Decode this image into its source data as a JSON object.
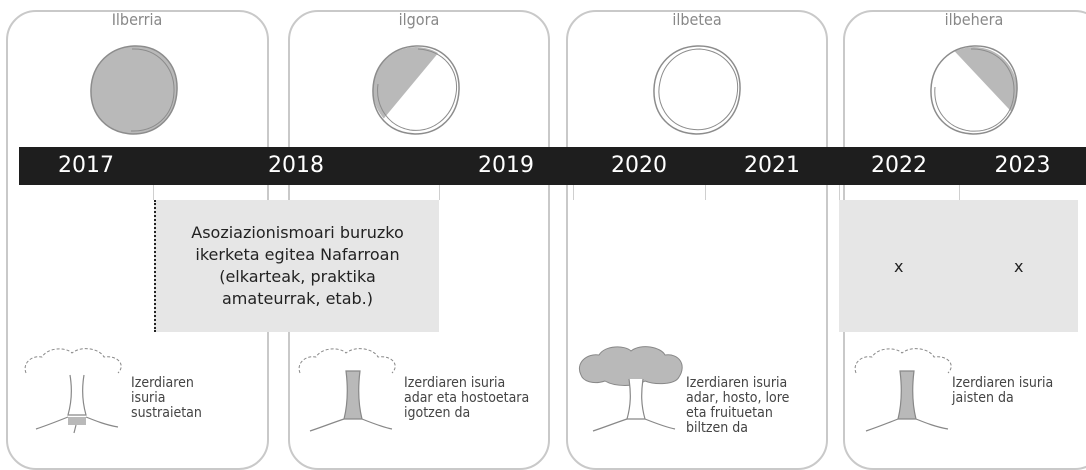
{
  "phases": [
    {
      "name": "Ilberria"
    },
    {
      "name": "ilgora"
    },
    {
      "name": "ilbetea"
    },
    {
      "name": "ilbehera"
    }
  ],
  "years": [
    "2017",
    "2018",
    "2019",
    "2020",
    "2021",
    "2022",
    "2023"
  ],
  "task": {
    "text": "Asoziazionismoari buruzko ikerketa egitea Nafarroan (elkarteak, praktika amateurrak, etab.)"
  },
  "marks": {
    "x2022": "x",
    "x2023": "x"
  },
  "sap": [
    {
      "lines": [
        "Izerdiaren",
        "isuria",
        "sustraietan"
      ]
    },
    {
      "lines": [
        "Izerdiaren isuria",
        "adar eta hostoetara",
        "igotzen da"
      ]
    },
    {
      "lines": [
        "Izerdiaren isuria",
        "adar, hosto, lore",
        "eta fruituetan",
        "biltzen da"
      ]
    },
    {
      "lines": [
        "Izerdiaren isuria",
        "jaisten da"
      ]
    }
  ],
  "colors": {
    "bar": "#1e1e1e",
    "fill": "#b9b9b9",
    "box": "#e6e6e6",
    "border": "#c9c9c9"
  },
  "icons": [
    "new-moon-icon",
    "waxing-moon-icon",
    "full-moon-icon",
    "waning-moon-icon",
    "tree-icon"
  ]
}
